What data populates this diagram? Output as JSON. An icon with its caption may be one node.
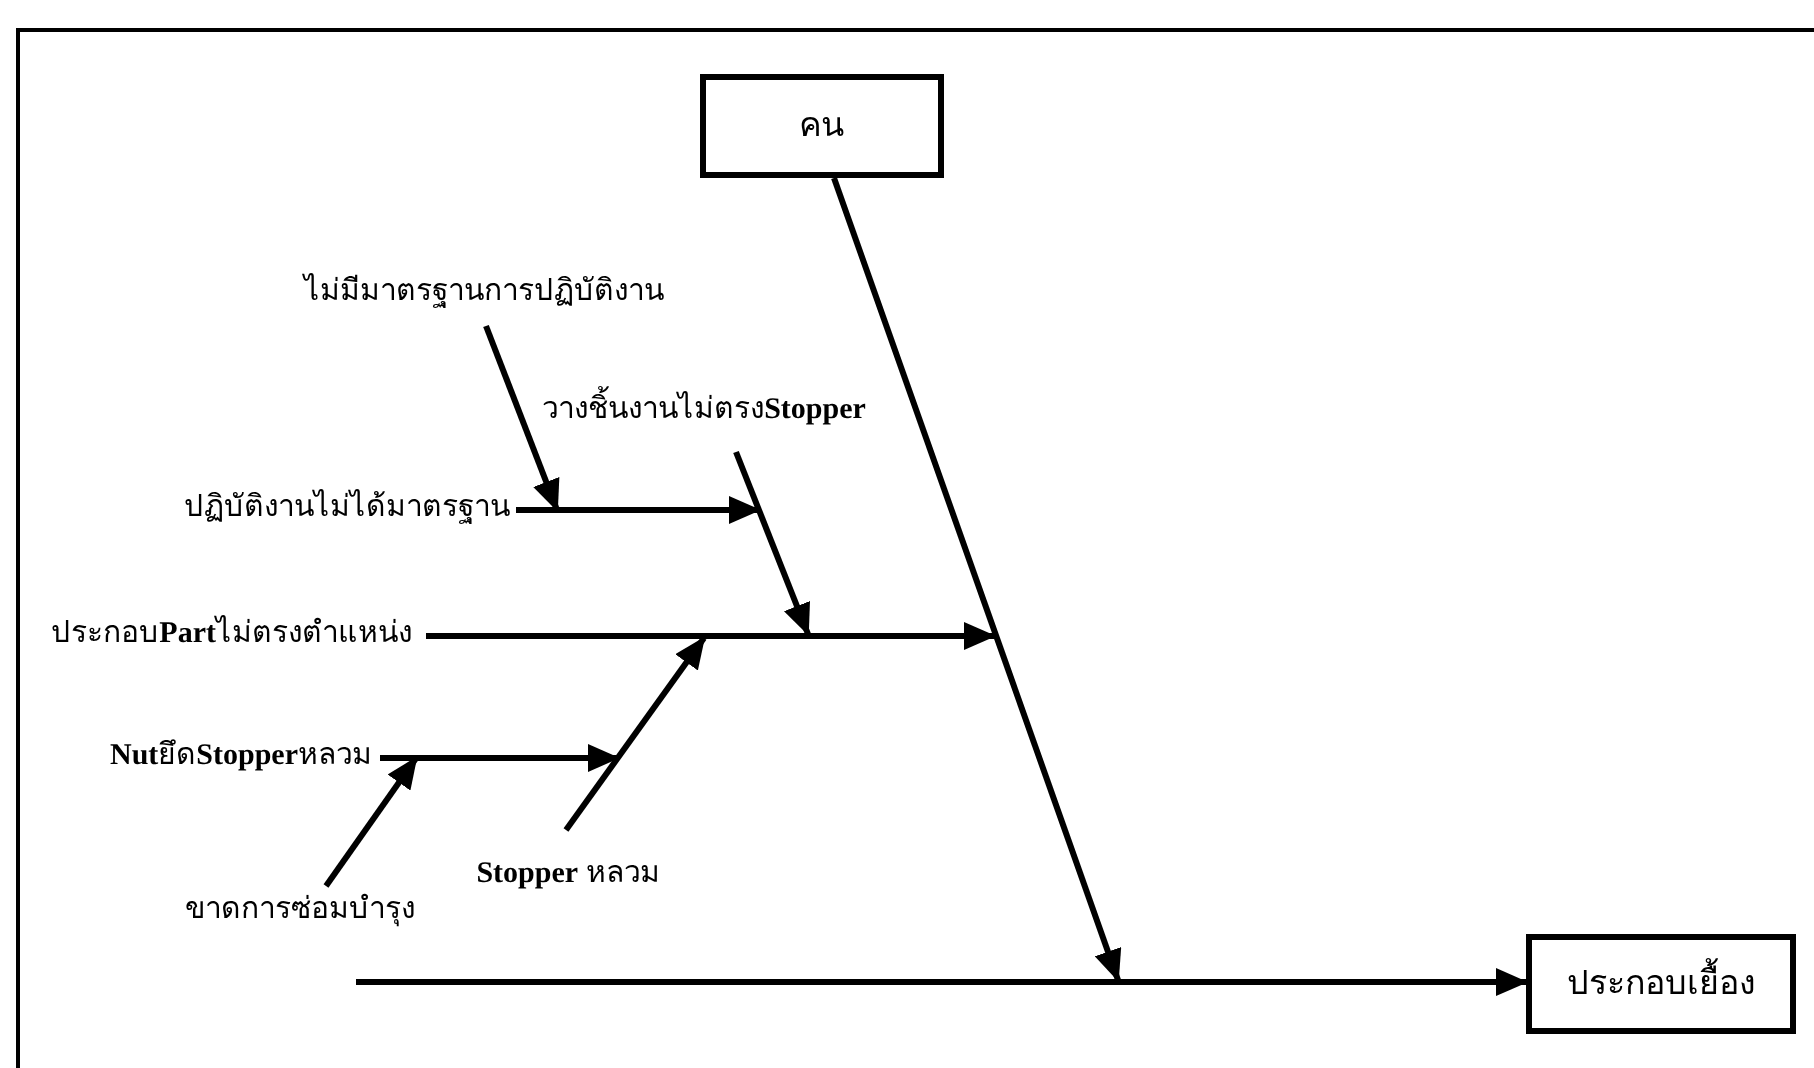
{
  "diagram": {
    "nodes": [
      {
        "text": [
          "คน"
        ]
      },
      {
        "text": [
          "ไม่มีมาตรฐานการปฏิบัติงาน"
        ]
      },
      {
        "text": [
          "วางชิ้นงานไม่ตรง**Stopper**"
        ]
      },
      {
        "text": [
          "ปฏิบัติงานไม่ได้มาตรฐาน"
        ]
      },
      {
        "text": [
          "ประกอบ**Part**ไม่ตรงตำแหน่ง"
        ]
      },
      {
        "text": [
          "**Nut**ยึด**Stopper**หลวม"
        ]
      },
      {
        "text": [
          "**Stopper** หลวม"
        ]
      },
      {
        "text": [
          "ขาดการซ่อมบำรุง"
        ]
      },
      {
        "text": [
          "ประกอบเยื้อง"
        ]
      }
    ],
    "edges": [
      {
        "from": null,
        "to": 8,
        "arrow": "to"
      },
      {
        "from": 0,
        "to": null,
        "arrow": "to"
      },
      {
        "from": 1,
        "to": 3,
        "arrow": "to"
      },
      {
        "from": 2,
        "to": null,
        "arrow": "to"
      },
      {
        "from": 3,
        "to": 2,
        "arrow": "to"
      },
      {
        "from": 4,
        "to": null,
        "arrow": "to"
      },
      {
        "from": 5,
        "to": 6,
        "arrow": "to"
      },
      {
        "from": 7,
        "to": 5,
        "arrow": "to"
      },
      {
        "from": 6,
        "to": null,
        "arrow": "to"
      }
    ]
  }
}
